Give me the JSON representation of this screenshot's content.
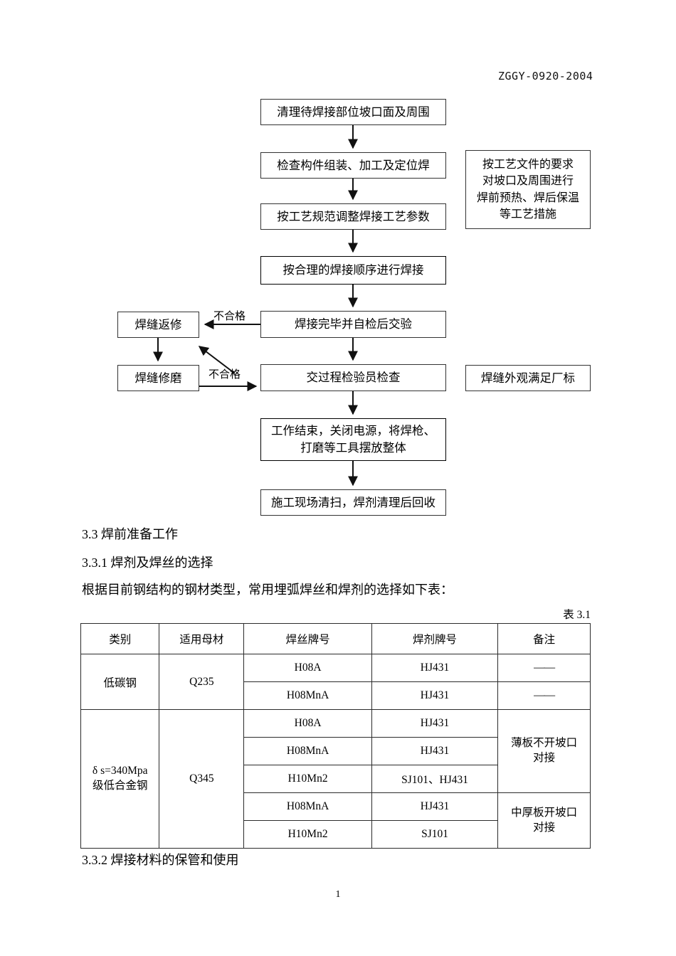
{
  "header": {
    "doc_code": "ZGGY-0920-2004"
  },
  "flowchart": {
    "nodes": [
      {
        "id": "n1",
        "text": [
          "清理待焊接部位坡口面及周围"
        ]
      },
      {
        "id": "n2",
        "text": [
          "检查构件组装、加工及定位焊"
        ]
      },
      {
        "id": "n3",
        "text": [
          "按工艺规范调整焊接工艺参数"
        ]
      },
      {
        "id": "n4",
        "text": [
          "按合理的焊接顺序进行焊接"
        ]
      },
      {
        "id": "n5",
        "text": [
          "焊接完毕并自检后交验"
        ]
      },
      {
        "id": "n6",
        "text": [
          "交过程检验员检查"
        ]
      },
      {
        "id": "n7",
        "text": [
          "工作结束，关闭电源，将焊枪、",
          "打磨等工具摆放整体"
        ]
      },
      {
        "id": "n8",
        "text": [
          "施工现场清扫，焊剂清理后回收"
        ]
      },
      {
        "id": "n_rework",
        "text": [
          "焊缝返修"
        ]
      },
      {
        "id": "n_grind",
        "text": [
          "焊缝修磨"
        ]
      },
      {
        "id": "n_side1",
        "text": [
          "按工艺文件的要求",
          "对坡口及周围进行",
          "焊前预热、焊后保温",
          "等工艺措施"
        ]
      },
      {
        "id": "n_side2",
        "text": [
          "焊缝外观满足厂标"
        ]
      }
    ],
    "edge_labels": [
      {
        "id": "e1",
        "text": "不合格"
      },
      {
        "id": "e2",
        "text": "不合格"
      }
    ]
  },
  "body": {
    "heading_3_3": "3.3  焊前准备工作",
    "heading_3_3_1": "3.3.1 焊剂及焊丝的选择",
    "paragraph_1": "根据目前钢结构的钢材类型，常用埋弧焊丝和焊剂的选择如下表：",
    "heading_3_3_2": "3.3.2 焊接材料的保管和使用"
  },
  "table": {
    "caption": "表 3.1",
    "headers": [
      "类别",
      "适用母材",
      "焊丝牌号",
      "焊剂牌号",
      "备注"
    ],
    "groups": [
      {
        "category": "低碳钢",
        "base_metal": "Q235",
        "rows": [
          {
            "wire": "H08A",
            "flux": "HJ431",
            "note": "——",
            "note_rowspan": 1
          },
          {
            "wire": "H08MnA",
            "flux": "HJ431",
            "note": "——",
            "note_rowspan": 1
          }
        ]
      },
      {
        "category_lines": [
          "δ s=340Mpa",
          "级低合金钢"
        ],
        "base_metal": "Q345",
        "rows": [
          {
            "wire": "H08A",
            "flux": "HJ431",
            "note_lines": [
              "薄板不开坡口",
              "对接"
            ],
            "note_rowspan": 3
          },
          {
            "wire": "H08MnA",
            "flux": "HJ431"
          },
          {
            "wire": "H10Mn2",
            "flux": "SJ101、HJ431"
          },
          {
            "wire": "H08MnA",
            "flux": "HJ431",
            "note_lines": [
              "中厚板开坡口",
              "对接"
            ],
            "note_rowspan": 2
          },
          {
            "wire": "H10Mn2",
            "flux": "SJ101"
          }
        ]
      }
    ]
  },
  "footer": {
    "page_number": "1"
  }
}
